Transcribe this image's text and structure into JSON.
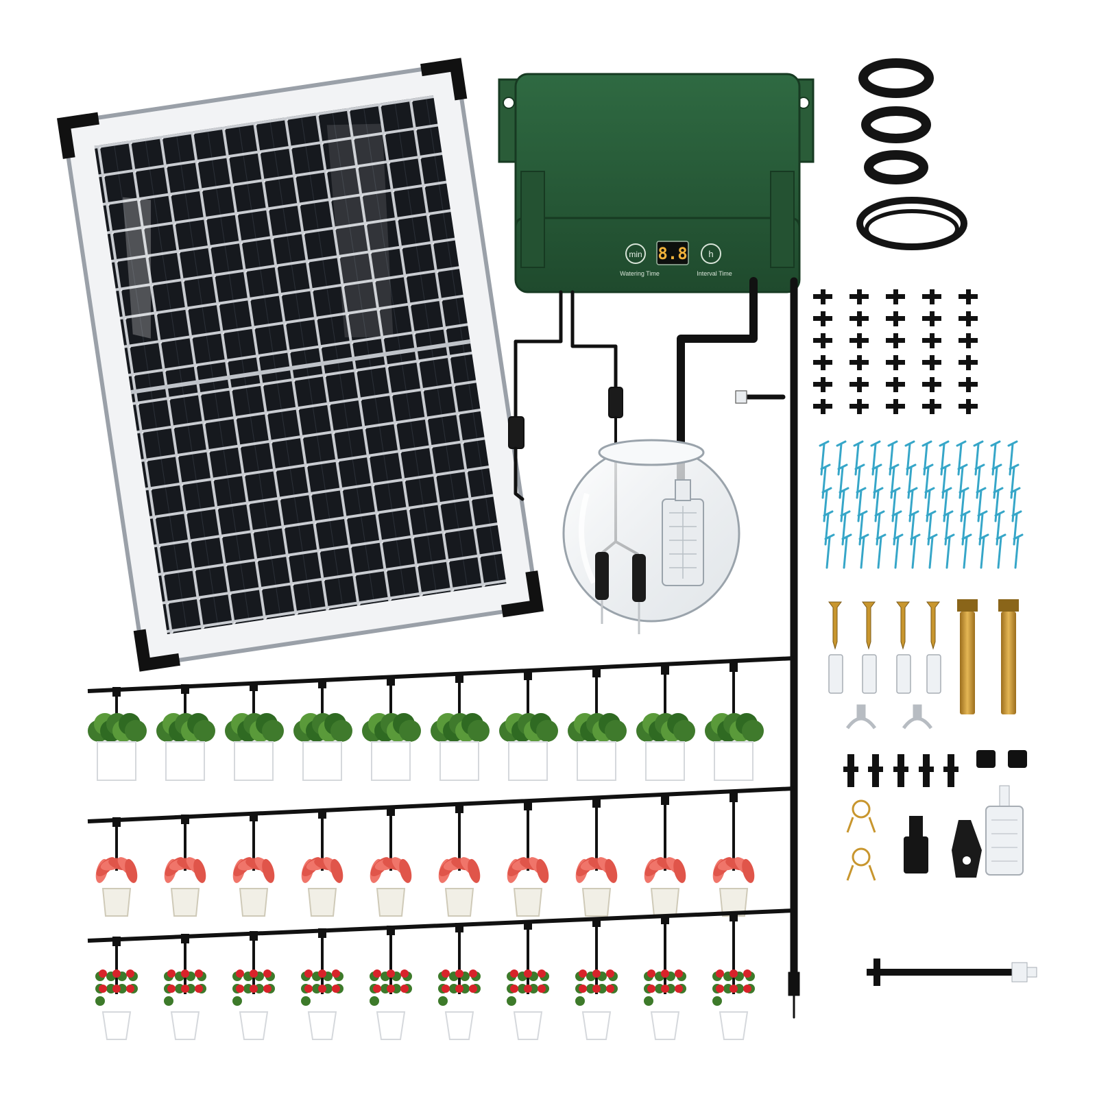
{
  "controller": {
    "min_button": "min",
    "display_digits": "8.8",
    "hour_button": "h",
    "watering_label": "Watering Time",
    "interval_label": "Interval Time"
  },
  "plants": {
    "row1_type": "green-leafy",
    "row2_type": "red-leaf",
    "row3_type": "red-rose",
    "per_row_count": 10
  },
  "colors": {
    "controller_green": "#2b5e3a",
    "solar_cell": "#1a1d22",
    "tube": "#111111",
    "stake_blue": "#36a6c8",
    "brass": "#c8962e",
    "led_digits": "#f0b23a"
  },
  "accessories": {
    "tube_coils": 4,
    "tee_connectors": 30,
    "drip_stakes": 60,
    "screws": 4,
    "wall_anchors": 4,
    "expansion_bolts": 2
  }
}
